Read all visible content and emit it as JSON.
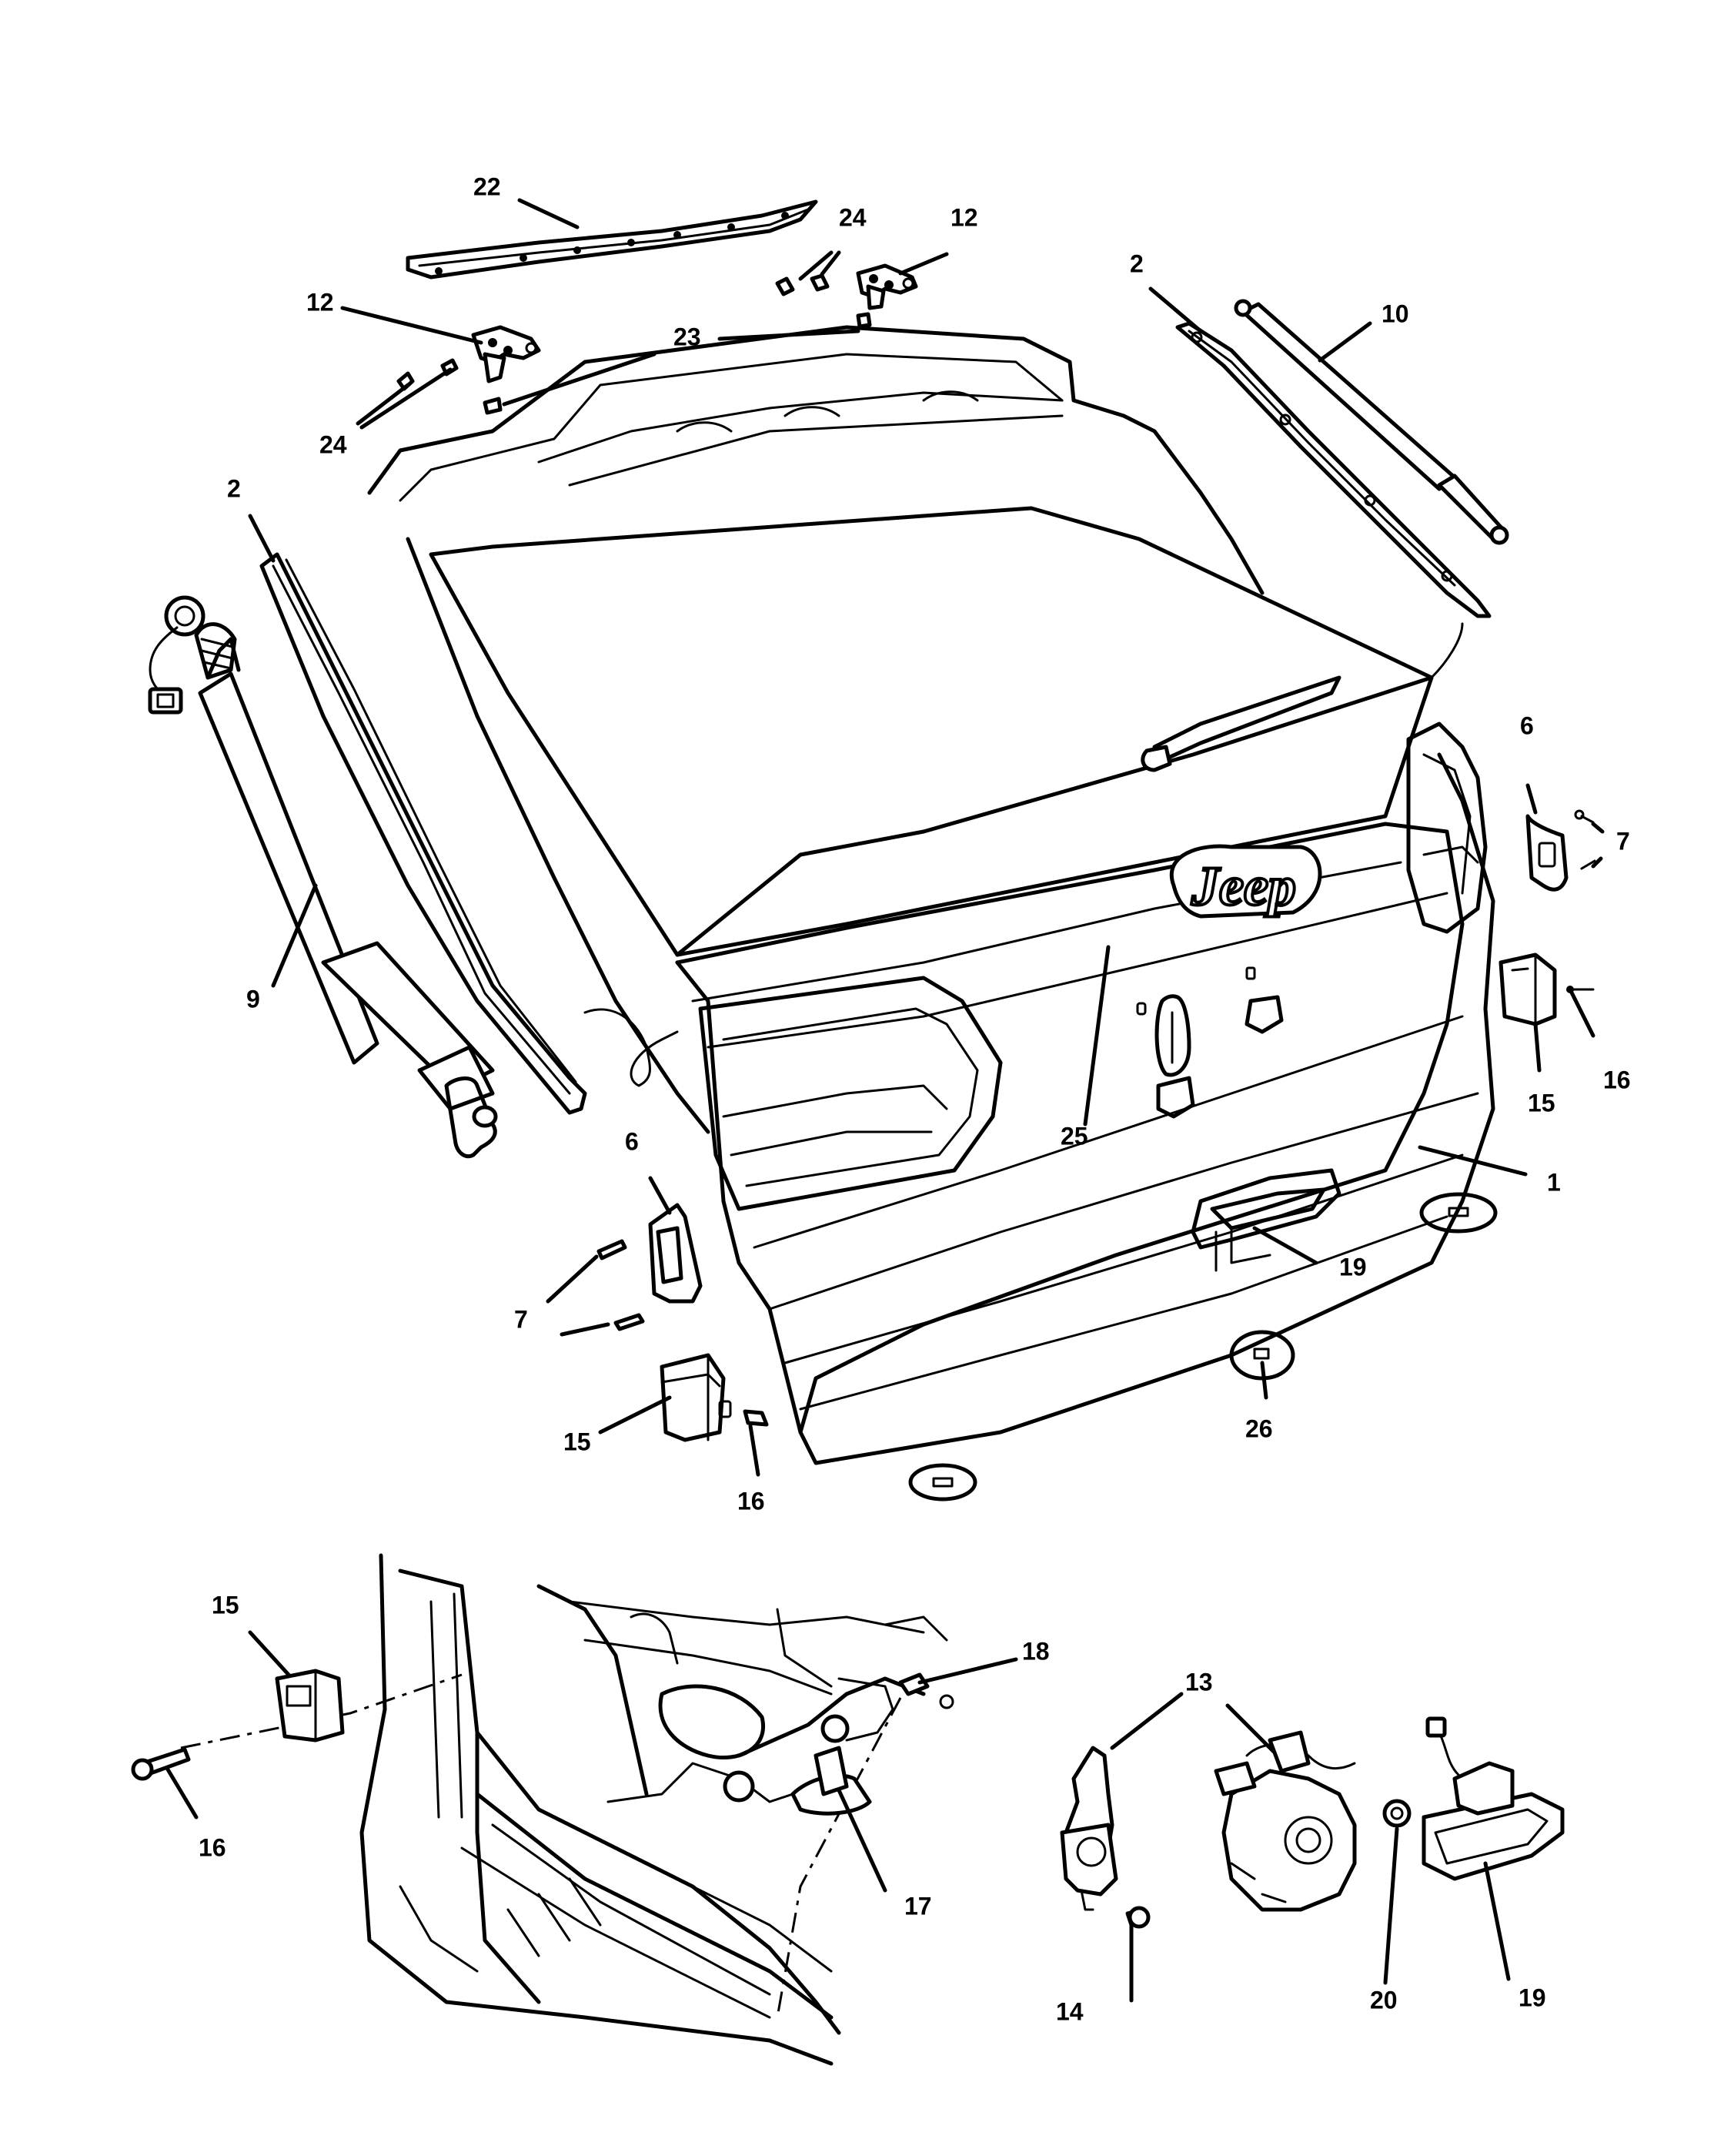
{
  "diagram": {
    "emblem_text": "Jeep",
    "callouts": {
      "c1": "1",
      "c2a": "2",
      "c2b": "2",
      "c6a": "6",
      "c6b": "6",
      "c7a": "7",
      "c7b": "7",
      "c9": "9",
      "c10": "10",
      "c12a": "12",
      "c12b": "12",
      "c13": "13",
      "c14": "14",
      "c15a": "15",
      "c15b": "15",
      "c15c": "15",
      "c16a": "16",
      "c16b": "16",
      "c16c": "16",
      "c17": "17",
      "c18": "18",
      "c19a": "19",
      "c19b": "19",
      "c20": "20",
      "c22": "22",
      "c23": "23",
      "c24a": "24",
      "c24b": "24",
      "c25": "25",
      "c26": "26"
    }
  }
}
